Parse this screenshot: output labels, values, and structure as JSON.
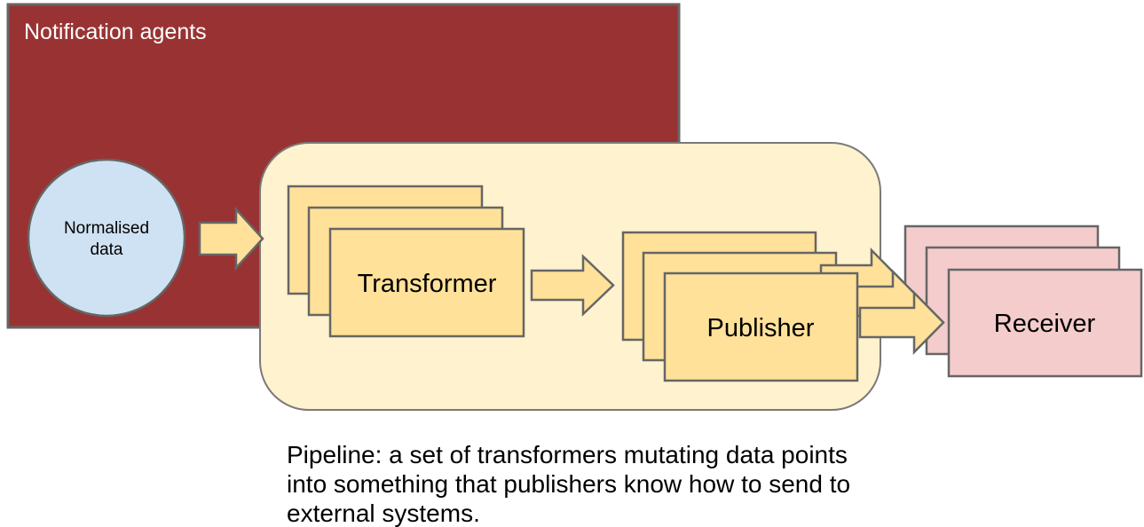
{
  "colors": {
    "maroon": "#993333",
    "card_yellow": "#FFE199",
    "pipeline_cream": "#FFF2CE",
    "pink": "#F4CCCC",
    "blue": "#CFE2F3",
    "border_gray": "#666666",
    "pipeline_border": "#7A7A7A",
    "title_text": "#FFFFFF",
    "body_text": "#000000"
  },
  "agents_box": {
    "label": "Notification agents"
  },
  "normalised_data": {
    "line1": "Normalised",
    "line2": "data"
  },
  "pipeline": {
    "transformer_label": "Transformer",
    "publisher_label": "Publisher"
  },
  "receiver_label": "Receiver",
  "caption": {
    "line1": "Pipeline: a set of transformers mutating data points",
    "line2": "into something that publishers know how to send to",
    "line3": "external systems."
  }
}
